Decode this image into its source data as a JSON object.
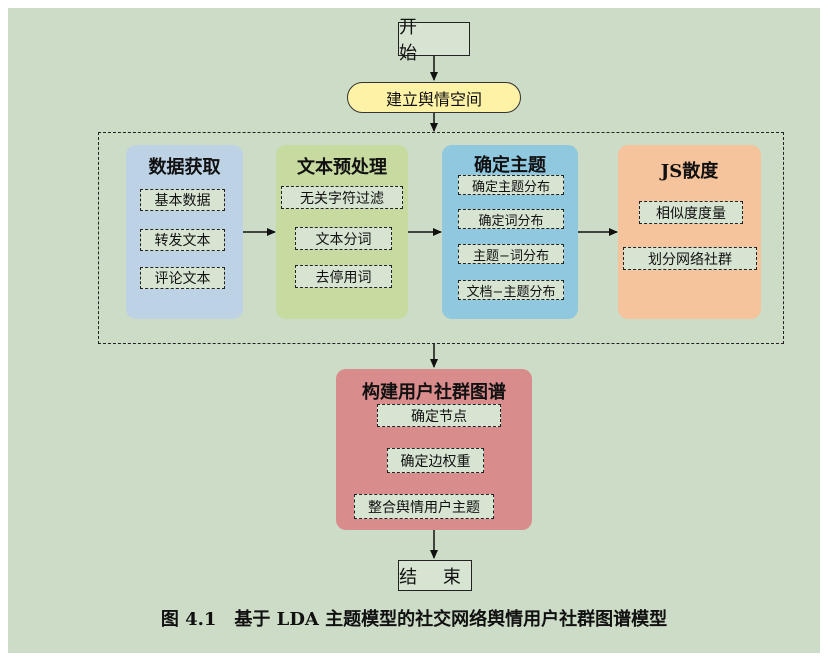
{
  "start": "开 始",
  "build_space": "建立舆情空间",
  "stages": [
    {
      "title": "数据获取",
      "items": [
        "基本数据",
        "转发文本",
        "评论文本"
      ],
      "color": "#bed2e6"
    },
    {
      "title": "文本预处理",
      "items": [
        "无关字符过滤",
        "文本分词",
        "去停用词"
      ],
      "color": "#c7da9f"
    },
    {
      "title": "确定主题",
      "items": [
        "确定主题分布",
        "确定词分布",
        "主题−词分布",
        "文档−主题分布"
      ],
      "color": "#90c8df"
    },
    {
      "title": "JS散度",
      "items": [
        "相似度度量",
        "划分网络社群"
      ],
      "color": "#f6c49c"
    }
  ],
  "graph": {
    "title": "构建用户社群图谱",
    "items": [
      "确定节点",
      "确定边权重",
      "整合舆情用户主题"
    ],
    "color": "#d98c8c"
  },
  "end": "结 束",
  "caption": "图 4.1　基于 LDA 主题模型的社交网络舆情用户社群图谱模型",
  "colors": {
    "background": "#ccdcc6",
    "oval": "#fdf2a6",
    "box_fill": "#d7e4d2"
  }
}
